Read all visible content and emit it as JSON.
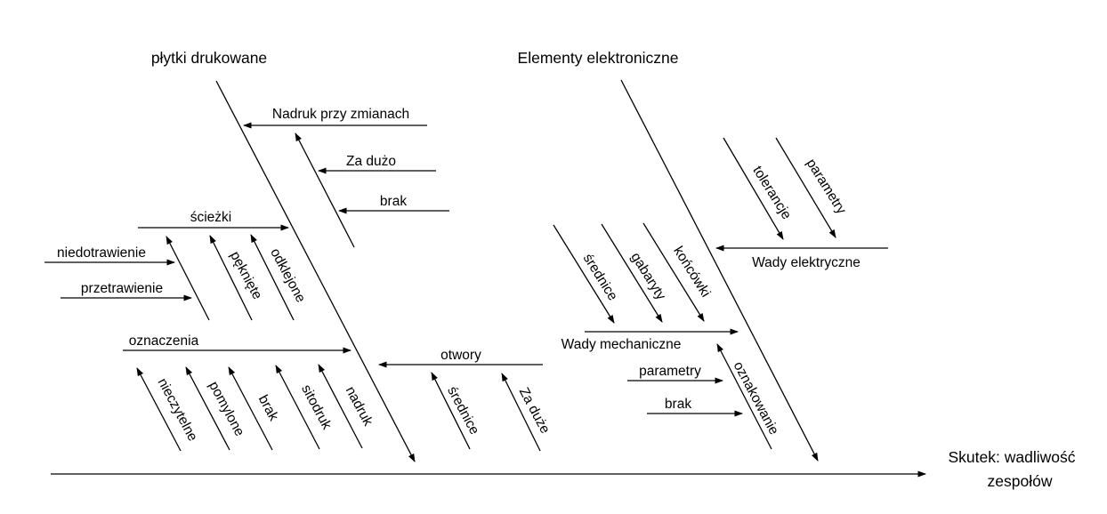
{
  "diagram_type": "fishbone-ishikawa",
  "effect": {
    "line1": "Skutek: wadliwość",
    "line2": "zespołów"
  },
  "left_branch": {
    "title": "płytki drukowane",
    "nadruk_przy_zmianach": {
      "label": "Nadruk przy zmianach",
      "causes": [
        "Za dużo",
        "brak"
      ]
    },
    "sciezki": {
      "label": "ścieżki",
      "causes": [
        "niedotrawienie",
        "przetrawienie",
        "pęknięte",
        "odklejone"
      ]
    },
    "oznaczenia": {
      "label": "oznaczenia",
      "causes": [
        "nieczytelne",
        "pomylone",
        "brak",
        "sitodruk",
        "nadruk"
      ]
    },
    "otwory": {
      "label": "otwory",
      "causes": [
        "średnice",
        "Za duże"
      ]
    }
  },
  "right_branch": {
    "title": "Elementy elektroniczne",
    "wady_elektryczne": {
      "label": "Wady elektryczne",
      "causes": [
        "tolerancje",
        "parametry"
      ]
    },
    "wady_mechaniczne": {
      "label": "Wady mechaniczne",
      "causes": [
        "średnice",
        "gabaryty",
        "końcówki"
      ]
    },
    "oznakowanie": {
      "label": "oznakowanie",
      "causes": [
        "parametry",
        "brak"
      ]
    }
  },
  "colors": {
    "line": "#000000",
    "text": "#000000",
    "background": "#ffffff"
  }
}
